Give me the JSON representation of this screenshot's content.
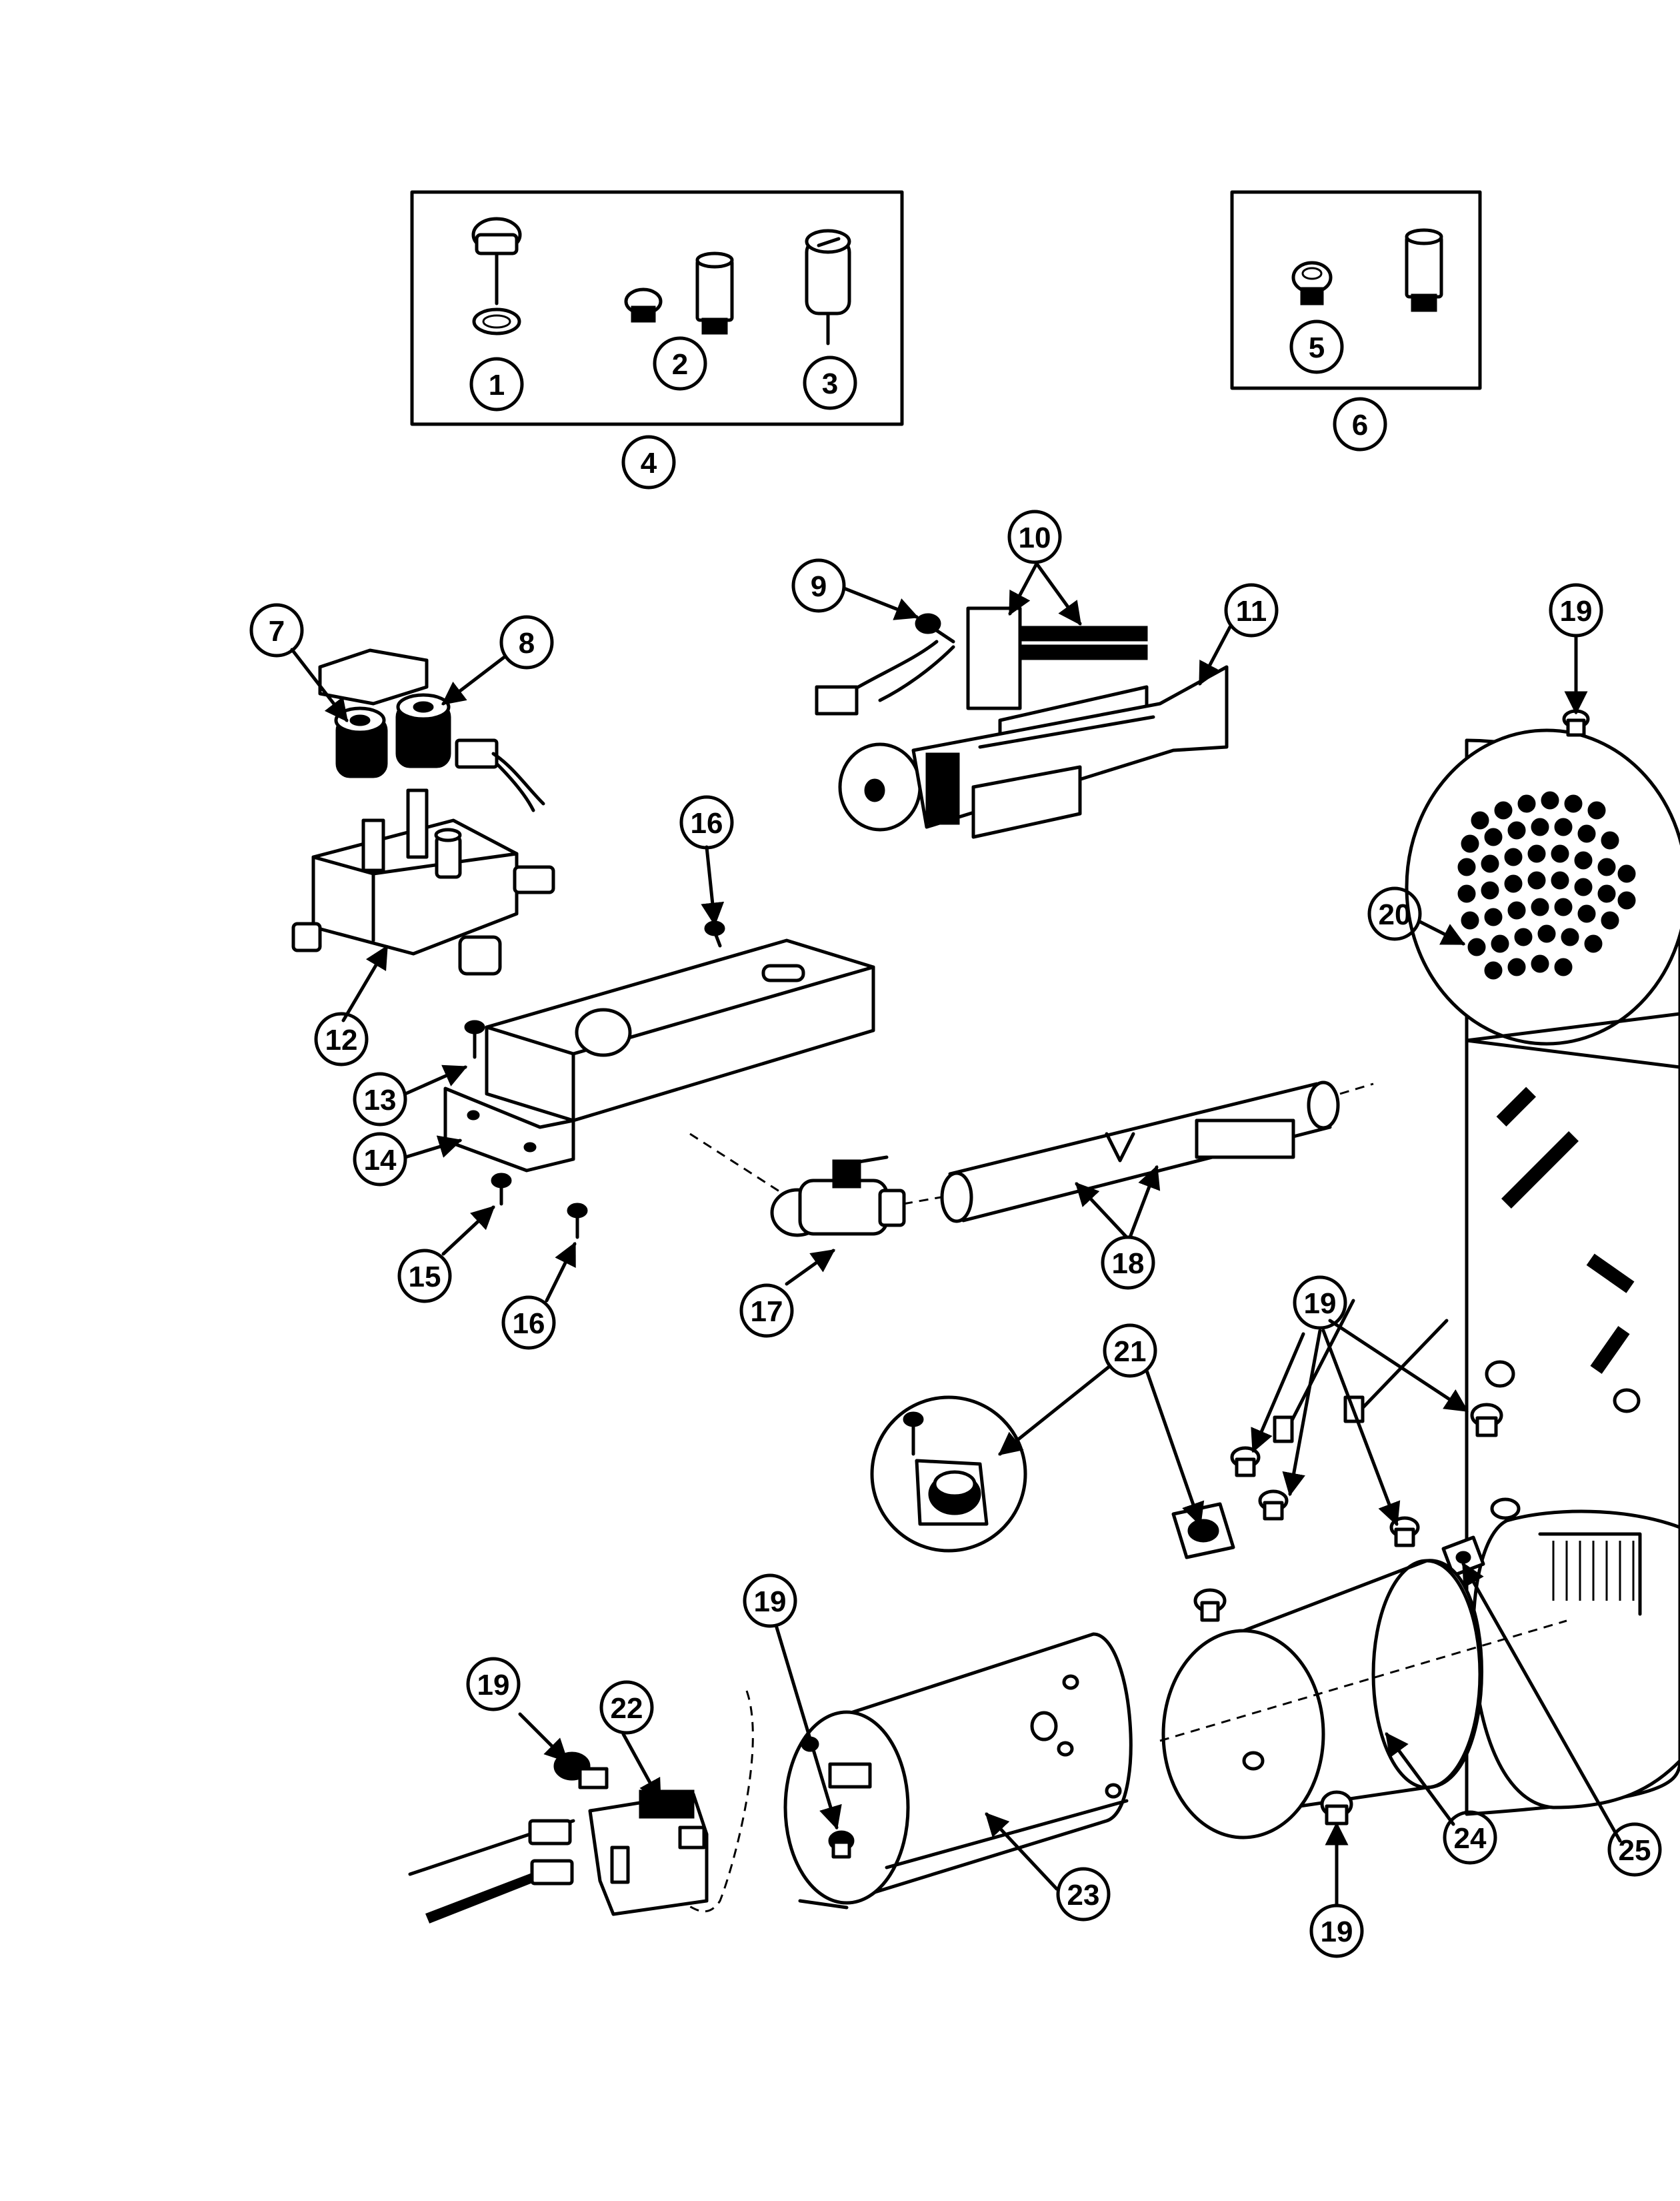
{
  "diagram": {
    "callouts": [
      {
        "id": "c1",
        "label": "1"
      },
      {
        "id": "c2",
        "label": "2"
      },
      {
        "id": "c3",
        "label": "3"
      },
      {
        "id": "c4",
        "label": "4"
      },
      {
        "id": "c5",
        "label": "5"
      },
      {
        "id": "c6",
        "label": "6"
      },
      {
        "id": "c7",
        "label": "7"
      },
      {
        "id": "c8",
        "label": "8"
      },
      {
        "id": "c9",
        "label": "9"
      },
      {
        "id": "c10",
        "label": "10"
      },
      {
        "id": "c11",
        "label": "11"
      },
      {
        "id": "c12",
        "label": "12"
      },
      {
        "id": "c13",
        "label": "13"
      },
      {
        "id": "c14",
        "label": "14"
      },
      {
        "id": "c15",
        "label": "15"
      },
      {
        "id": "c16a",
        "label": "16"
      },
      {
        "id": "c16b",
        "label": "16"
      },
      {
        "id": "c17",
        "label": "17"
      },
      {
        "id": "c18",
        "label": "18"
      },
      {
        "id": "c19a",
        "label": "19"
      },
      {
        "id": "c19b",
        "label": "19"
      },
      {
        "id": "c19c",
        "label": "19"
      },
      {
        "id": "c19d",
        "label": "19"
      },
      {
        "id": "c19e",
        "label": "19"
      },
      {
        "id": "c20",
        "label": "20"
      },
      {
        "id": "c21",
        "label": "21"
      },
      {
        "id": "c22",
        "label": "22"
      },
      {
        "id": "c23",
        "label": "23"
      },
      {
        "id": "c24",
        "label": "24"
      },
      {
        "id": "c25",
        "label": "25"
      }
    ]
  }
}
